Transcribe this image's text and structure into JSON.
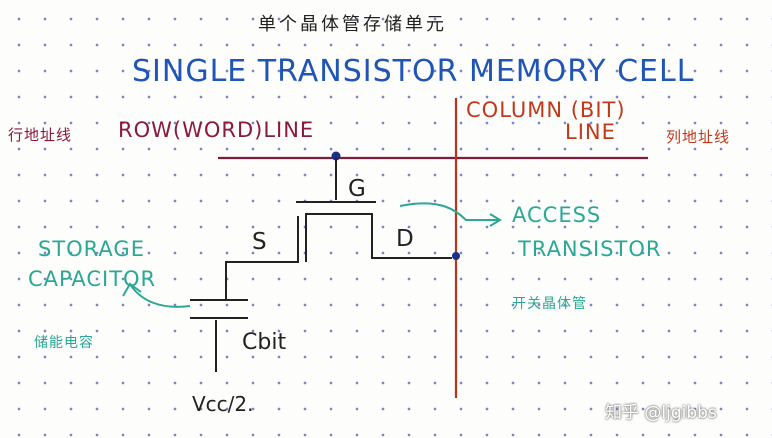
{
  "title_cn": "单个晶体管存储单元",
  "title_en": "SINGLE TRANSISTOR MEMORY CELL",
  "row_line": {
    "cn": "行地址线",
    "en": "ROW(WORD)LINE"
  },
  "column_line": {
    "en_line1": "COLUMN (BIT)",
    "en_line2": "LINE",
    "cn": "列地址线"
  },
  "terminals": {
    "gate": "G",
    "source": "S",
    "drain": "D"
  },
  "access_transistor": {
    "line1": "ACCESS",
    "line2": "TRANSISTOR",
    "cn": "开关晶体管"
  },
  "storage_capacitor": {
    "line1": "STORAGE",
    "line2": "CAPACITOR",
    "cn": "储能电容"
  },
  "cbit": "Cbit",
  "vcc": "Vcc/2.",
  "watermark": "知乎 @ljgibbs",
  "colors": {
    "row": "#8a1a3c",
    "column": "#c0391b",
    "label_teal": "#2aa894",
    "title_blue": "#1f55b7"
  }
}
